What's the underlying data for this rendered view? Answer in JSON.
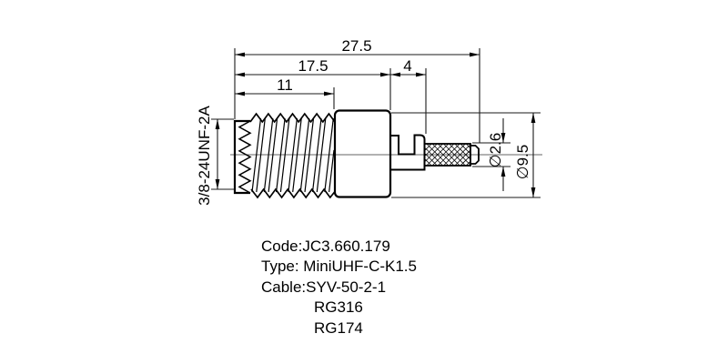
{
  "drawing": {
    "dimensions": {
      "overall_length": "27.5",
      "front_length": "17.5",
      "thread_length": "11",
      "rear_gap": "4",
      "thread_spec": "3/8-24UNF-2A",
      "ferrule_diameter": "∅2.6",
      "body_diameter": "∅9.5"
    }
  },
  "notes": {
    "line1": "Code:JC3.660.179",
    "line2": "Type: MiniUHF-C-K1.5",
    "line3": "Cable:SYV-50-2-1",
    "line4": "RG316",
    "line5": "RG174"
  },
  "colors": {
    "line": "#000000",
    "background": "#ffffff"
  }
}
